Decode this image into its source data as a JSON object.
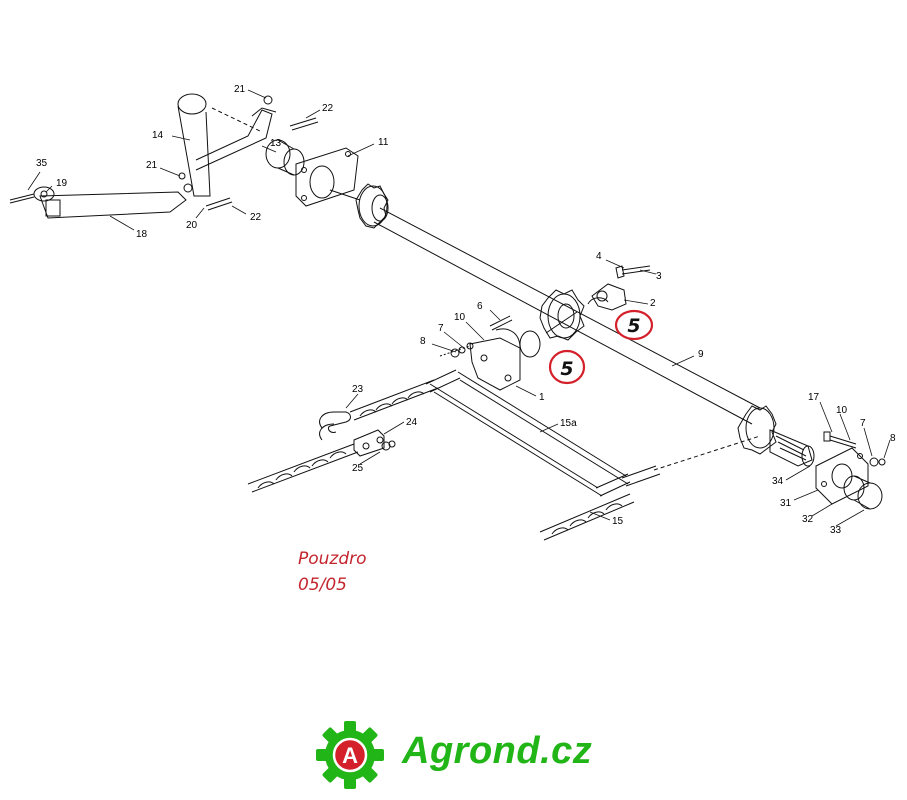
{
  "diagram": {
    "part_labels": [
      {
        "id": "21",
        "text": "21"
      },
      {
        "id": "22",
        "text": "22"
      },
      {
        "id": "14",
        "text": "14"
      },
      {
        "id": "13",
        "text": "13"
      },
      {
        "id": "11",
        "text": "11"
      },
      {
        "id": "35",
        "text": "35"
      },
      {
        "id": "19",
        "text": "19"
      },
      {
        "id": "21b",
        "text": "21"
      },
      {
        "id": "20",
        "text": "20"
      },
      {
        "id": "22b",
        "text": "22"
      },
      {
        "id": "18",
        "text": "18"
      },
      {
        "id": "4",
        "text": "4"
      },
      {
        "id": "3",
        "text": "3"
      },
      {
        "id": "2",
        "text": "2"
      },
      {
        "id": "6",
        "text": "6"
      },
      {
        "id": "10",
        "text": "10"
      },
      {
        "id": "7",
        "text": "7"
      },
      {
        "id": "8",
        "text": "8"
      },
      {
        "id": "9",
        "text": "9"
      },
      {
        "id": "1",
        "text": "1"
      },
      {
        "id": "23",
        "text": "23"
      },
      {
        "id": "24",
        "text": "24"
      },
      {
        "id": "25",
        "text": "25"
      },
      {
        "id": "15a",
        "text": "15a"
      },
      {
        "id": "15",
        "text": "15"
      },
      {
        "id": "17",
        "text": "17"
      },
      {
        "id": "10b",
        "text": "10"
      },
      {
        "id": "7b",
        "text": "7"
      },
      {
        "id": "8b",
        "text": "8"
      },
      {
        "id": "34",
        "text": "34"
      },
      {
        "id": "31",
        "text": "31"
      },
      {
        "id": "32",
        "text": "32"
      },
      {
        "id": "33",
        "text": "33"
      }
    ],
    "highlight_markers": [
      {
        "id": "upper",
        "text": "5"
      },
      {
        "id": "lower",
        "text": "5"
      }
    ],
    "highlight_color": "#d4202a"
  },
  "caption": {
    "title": "Pouzdro",
    "code": "05/05",
    "color": "#c4262e"
  },
  "logo": {
    "text": "Agrond.cz",
    "badge_letter": "A",
    "gear_color": "#22b517",
    "badge_color": "#d4202a"
  }
}
